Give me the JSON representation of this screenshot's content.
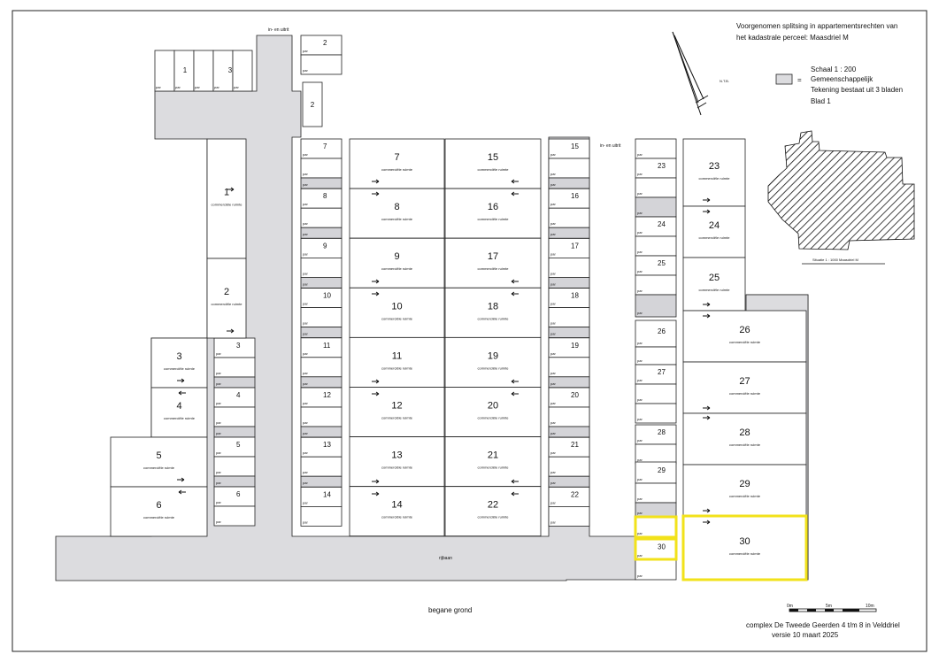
{
  "title": {
    "line1": "Voorgenomen splitsing in appartementsrechten van",
    "line2": "het kadastrale perceel:  Maasdriel  M"
  },
  "legend": {
    "scale": "Schaal  1 : 200",
    "equals": "=",
    "common": "Gemeenschappelijk",
    "sheets": "Tekening bestaat uit 3 bladen",
    "sheet_no": "Blad 1"
  },
  "north": "N.T.B.",
  "situation_caption": "Situatie  1 : 1000  Maasdriel  M",
  "labels": {
    "entrance": "in- en uitrit",
    "driveway": "rijbaan",
    "floor": "begane grond",
    "commercial": "commerciële ruimte",
    "parking": "par"
  },
  "scalebar": {
    "t0": "0m",
    "t5": "5m",
    "t10": "10m"
  },
  "footer": {
    "line1": "complex De Tweede Geerden 4 t/m 8 in Velddriel",
    "line2": "versie 10 maart 2025"
  },
  "colors": {
    "common": "#dcdcdf",
    "highlight": "#f2e21a"
  },
  "units": {
    "u1": "1",
    "u2": "2",
    "u3": "3",
    "u4": "4",
    "u5": "5",
    "u6": "6",
    "u7": "7",
    "u8": "8",
    "u9": "9",
    "u10": "10",
    "u11": "11",
    "u12": "12",
    "u13": "13",
    "u14": "14",
    "u15": "15",
    "u16": "16",
    "u17": "17",
    "u18": "18",
    "u19": "19",
    "u20": "20",
    "u21": "21",
    "u22": "22",
    "u23": "23",
    "u24": "24",
    "u25": "25",
    "u26": "26",
    "u27": "27",
    "u28": "28",
    "u29": "29",
    "u30": "30"
  }
}
